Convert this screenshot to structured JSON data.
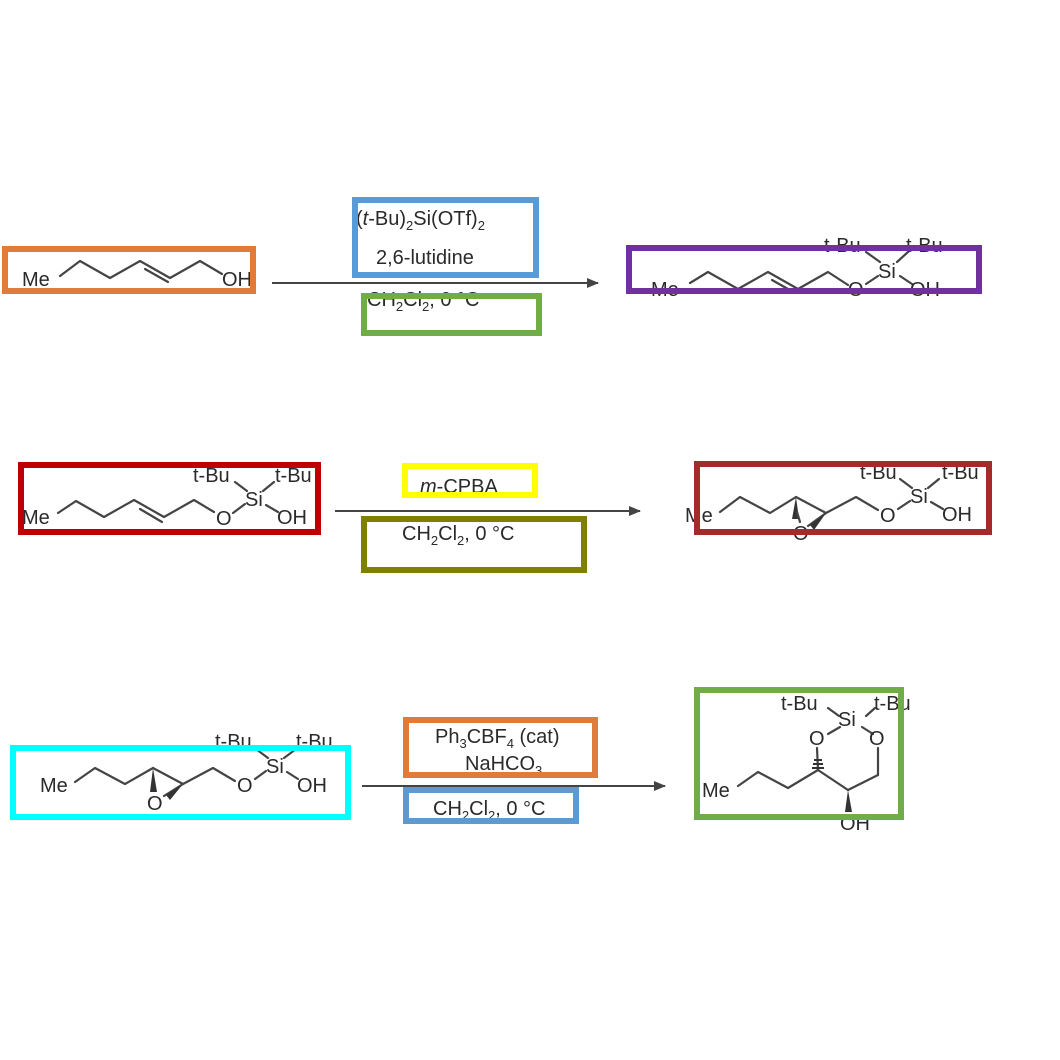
{
  "reactions": [
    {
      "reactant": {
        "me": "Me",
        "oh": "OH"
      },
      "reagents": {
        "line1_pre": "t",
        "line1_mid": "-Bu)",
        "line1_sub": "2",
        "line1_post": "Si(OTf)",
        "line1_sub2": "2",
        "line2": "2,6-lutidine",
        "solvent_pre": "CH",
        "solvent_sub1": "2",
        "solvent_mid": "Cl",
        "solvent_sub2": "2",
        "solvent_post": ", 0 °C"
      },
      "product": {
        "me": "Me",
        "o": "O",
        "si": "Si",
        "oh": "OH",
        "tbu1": "t-Bu",
        "tbu2": "t-Bu"
      }
    },
    {
      "reactant": {
        "me": "Me",
        "o": "O",
        "si": "Si",
        "oh": "OH",
        "tbu1": "t-Bu",
        "tbu2": "t-Bu"
      },
      "reagents": {
        "line1_pre": "m",
        "line1_post": "-CPBA",
        "solvent_pre": "CH",
        "solvent_sub1": "2",
        "solvent_mid": "Cl",
        "solvent_sub2": "2",
        "solvent_post": ", 0 °C"
      },
      "product": {
        "me": "Me",
        "epo": "O",
        "o": "O",
        "si": "Si",
        "oh": "OH",
        "tbu1": "t-Bu",
        "tbu2": "t-Bu"
      }
    },
    {
      "reactant": {
        "me": "Me",
        "epo": "O",
        "o": "O",
        "si": "Si",
        "oh": "OH",
        "tbu1": "t-Bu",
        "tbu2": "t-Bu"
      },
      "reagents": {
        "line1_pre": "Ph",
        "line1_sub": "3",
        "line1_mid": "CBF",
        "line1_sub2": "4",
        "line1_post": " (cat)",
        "line2_pre": "NaHCO",
        "line2_sub": "3",
        "solvent_pre": "CH",
        "solvent_sub1": "2",
        "solvent_mid": "Cl",
        "solvent_sub2": "2",
        "solvent_post": ", 0 °C"
      },
      "product": {
        "me": "Me",
        "o1": "O",
        "o2": "O",
        "si": "Si",
        "oh": "OH",
        "tbu1": "t-Bu",
        "tbu2": "t-Bu"
      }
    }
  ],
  "highlight_colors": {
    "orange": "#e07b39",
    "blue": "#5b9bd5",
    "green": "#70ad47",
    "purple": "#7030a0",
    "red": "#c00000",
    "yellow": "#ffff00",
    "olive": "#7f7f00",
    "brown": "#a52a2a",
    "cyan": "#00ffff"
  }
}
